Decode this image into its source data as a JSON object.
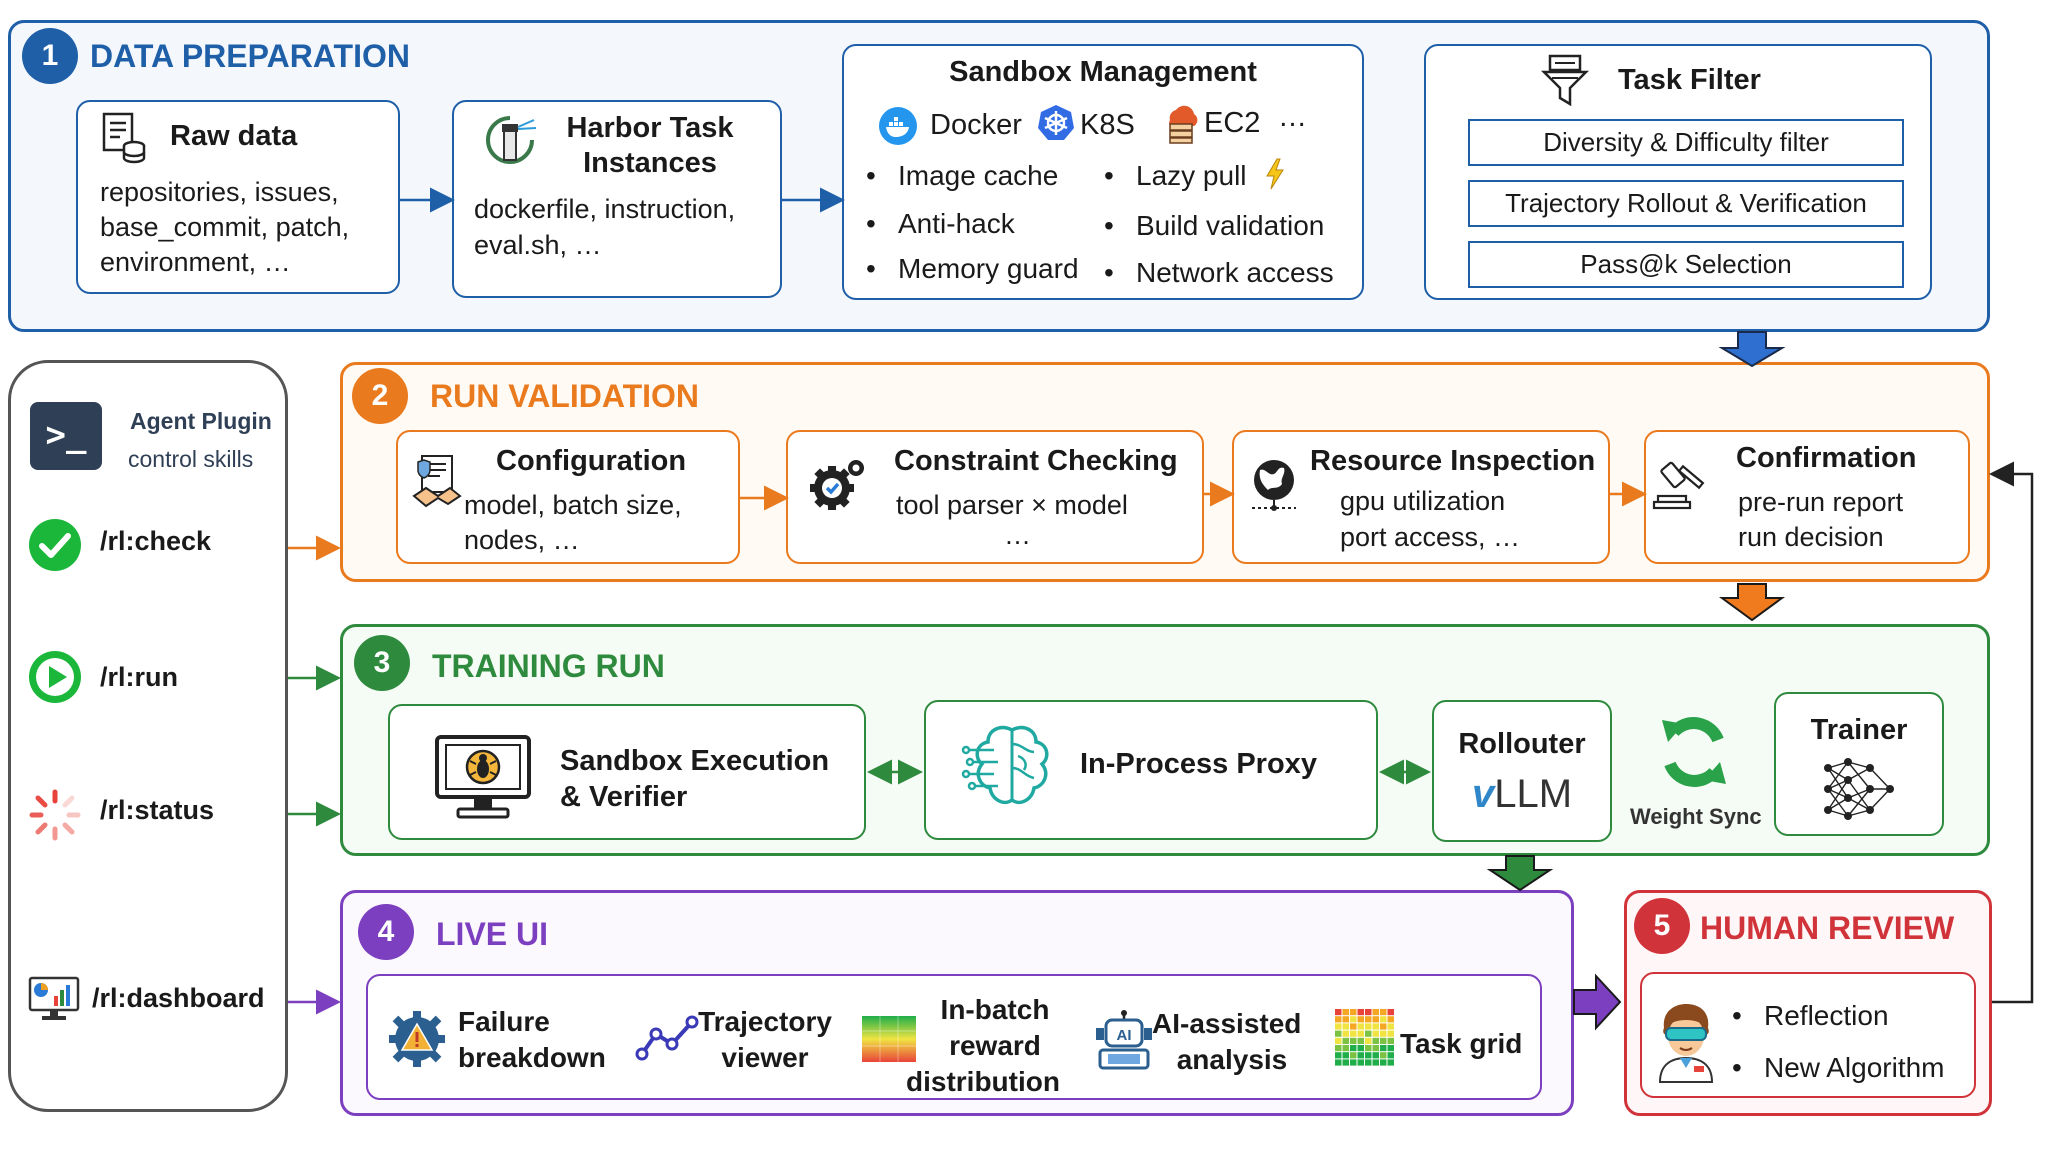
{
  "stage1": {
    "num": "1",
    "title": "DATA PREPARATION",
    "raw": {
      "title": "Raw data",
      "lines": [
        "repositories, issues,",
        "base_commit, patch,",
        "environment, …"
      ]
    },
    "harbor": {
      "title_l1": "Harbor Task",
      "title_l2": "Instances",
      "lines": [
        "dockerfile, instruction,",
        "eval.sh, …"
      ]
    },
    "sandbox": {
      "title": "Sandbox Management",
      "platforms": [
        "Docker",
        "K8S",
        "EC2",
        "…"
      ],
      "features": [
        "Image cache",
        "Lazy pull",
        "Anti-hack",
        "Build validation",
        "Memory guard",
        "Network access"
      ]
    },
    "filter": {
      "title": "Task Filter",
      "items": [
        "Diversity & Difficulty filter",
        "Trajectory Rollout & Verification",
        "Pass@k Selection"
      ]
    }
  },
  "plugin": {
    "title": "Agent Plugin",
    "subtitle": "control skills",
    "commands": [
      "/rl:check",
      "/rl:run",
      "/rl:status",
      "/rl:dashboard"
    ]
  },
  "stage2": {
    "num": "2",
    "title": "RUN VALIDATION",
    "config": {
      "title": "Configuration",
      "lines": [
        "model, batch size,",
        "nodes, …"
      ]
    },
    "constraint": {
      "title": "Constraint Checking",
      "lines": [
        "tool parser × model",
        "…"
      ]
    },
    "resource": {
      "title": "Resource Inspection",
      "lines": [
        "gpu utilization",
        "port access, …"
      ]
    },
    "confirm": {
      "title": "Confirmation",
      "lines": [
        "pre-run report",
        "run decision"
      ]
    }
  },
  "stage3": {
    "num": "3",
    "title": "TRAINING RUN",
    "sandbox_exec": {
      "l1": "Sandbox Execution",
      "l2": "& Verifier"
    },
    "proxy": "In-Process Proxy",
    "rollouter": {
      "title": "Rollouter",
      "logo": "LLM",
      "logo_prefix": "v"
    },
    "weight_sync": "Weight Sync",
    "trainer": "Trainer"
  },
  "stage4": {
    "num": "4",
    "title": "LIVE UI",
    "items": [
      {
        "l1": "Failure",
        "l2": "breakdown"
      },
      {
        "l1": "Trajectory",
        "l2": "viewer"
      },
      {
        "l1": "In-batch",
        "l2": "reward",
        "l3": "distribution"
      },
      {
        "l1": "AI-assisted",
        "l2": "analysis"
      },
      {
        "l1": "Task grid"
      }
    ]
  },
  "stage5": {
    "num": "5",
    "title": "HUMAN REVIEW",
    "items": [
      "Reflection",
      "New Algorithm"
    ]
  },
  "colors": {
    "blue": "#1f5fa8",
    "orange": "#ea7a1e",
    "green": "#2e8b3e",
    "purple": "#7b3fbf",
    "red": "#d0343a",
    "gray": "#555555"
  }
}
